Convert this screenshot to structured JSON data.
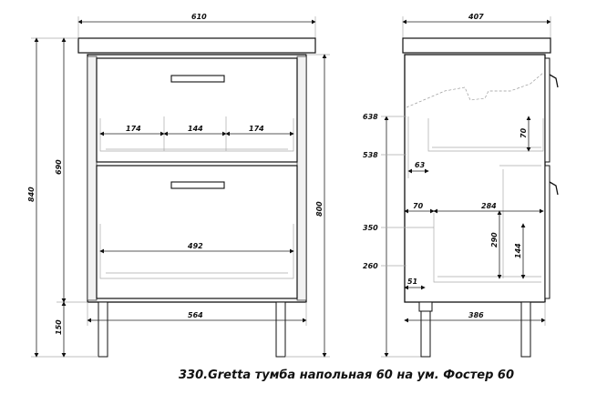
{
  "caption": "330.Gretta тумба напольная 60 на ум. Фостер 60",
  "front_view": {
    "overall_width": "610",
    "height_total": "840",
    "height_body": "690",
    "height_legs": "150",
    "height_right": "800",
    "upper_drawer_sections": [
      "174",
      "144",
      "174"
    ],
    "lower_drawer_inner": "492",
    "base_width": "564"
  },
  "side_view": {
    "overall_depth": "407",
    "level_638": "638",
    "level_538": "538",
    "level_350": "350",
    "level_260": "260",
    "dim_70_top": "70",
    "dim_63": "63",
    "dim_70_offset": "70",
    "dim_284": "284",
    "dim_290": "290",
    "dim_144": "144",
    "dim_51": "51",
    "base_depth": "386"
  }
}
